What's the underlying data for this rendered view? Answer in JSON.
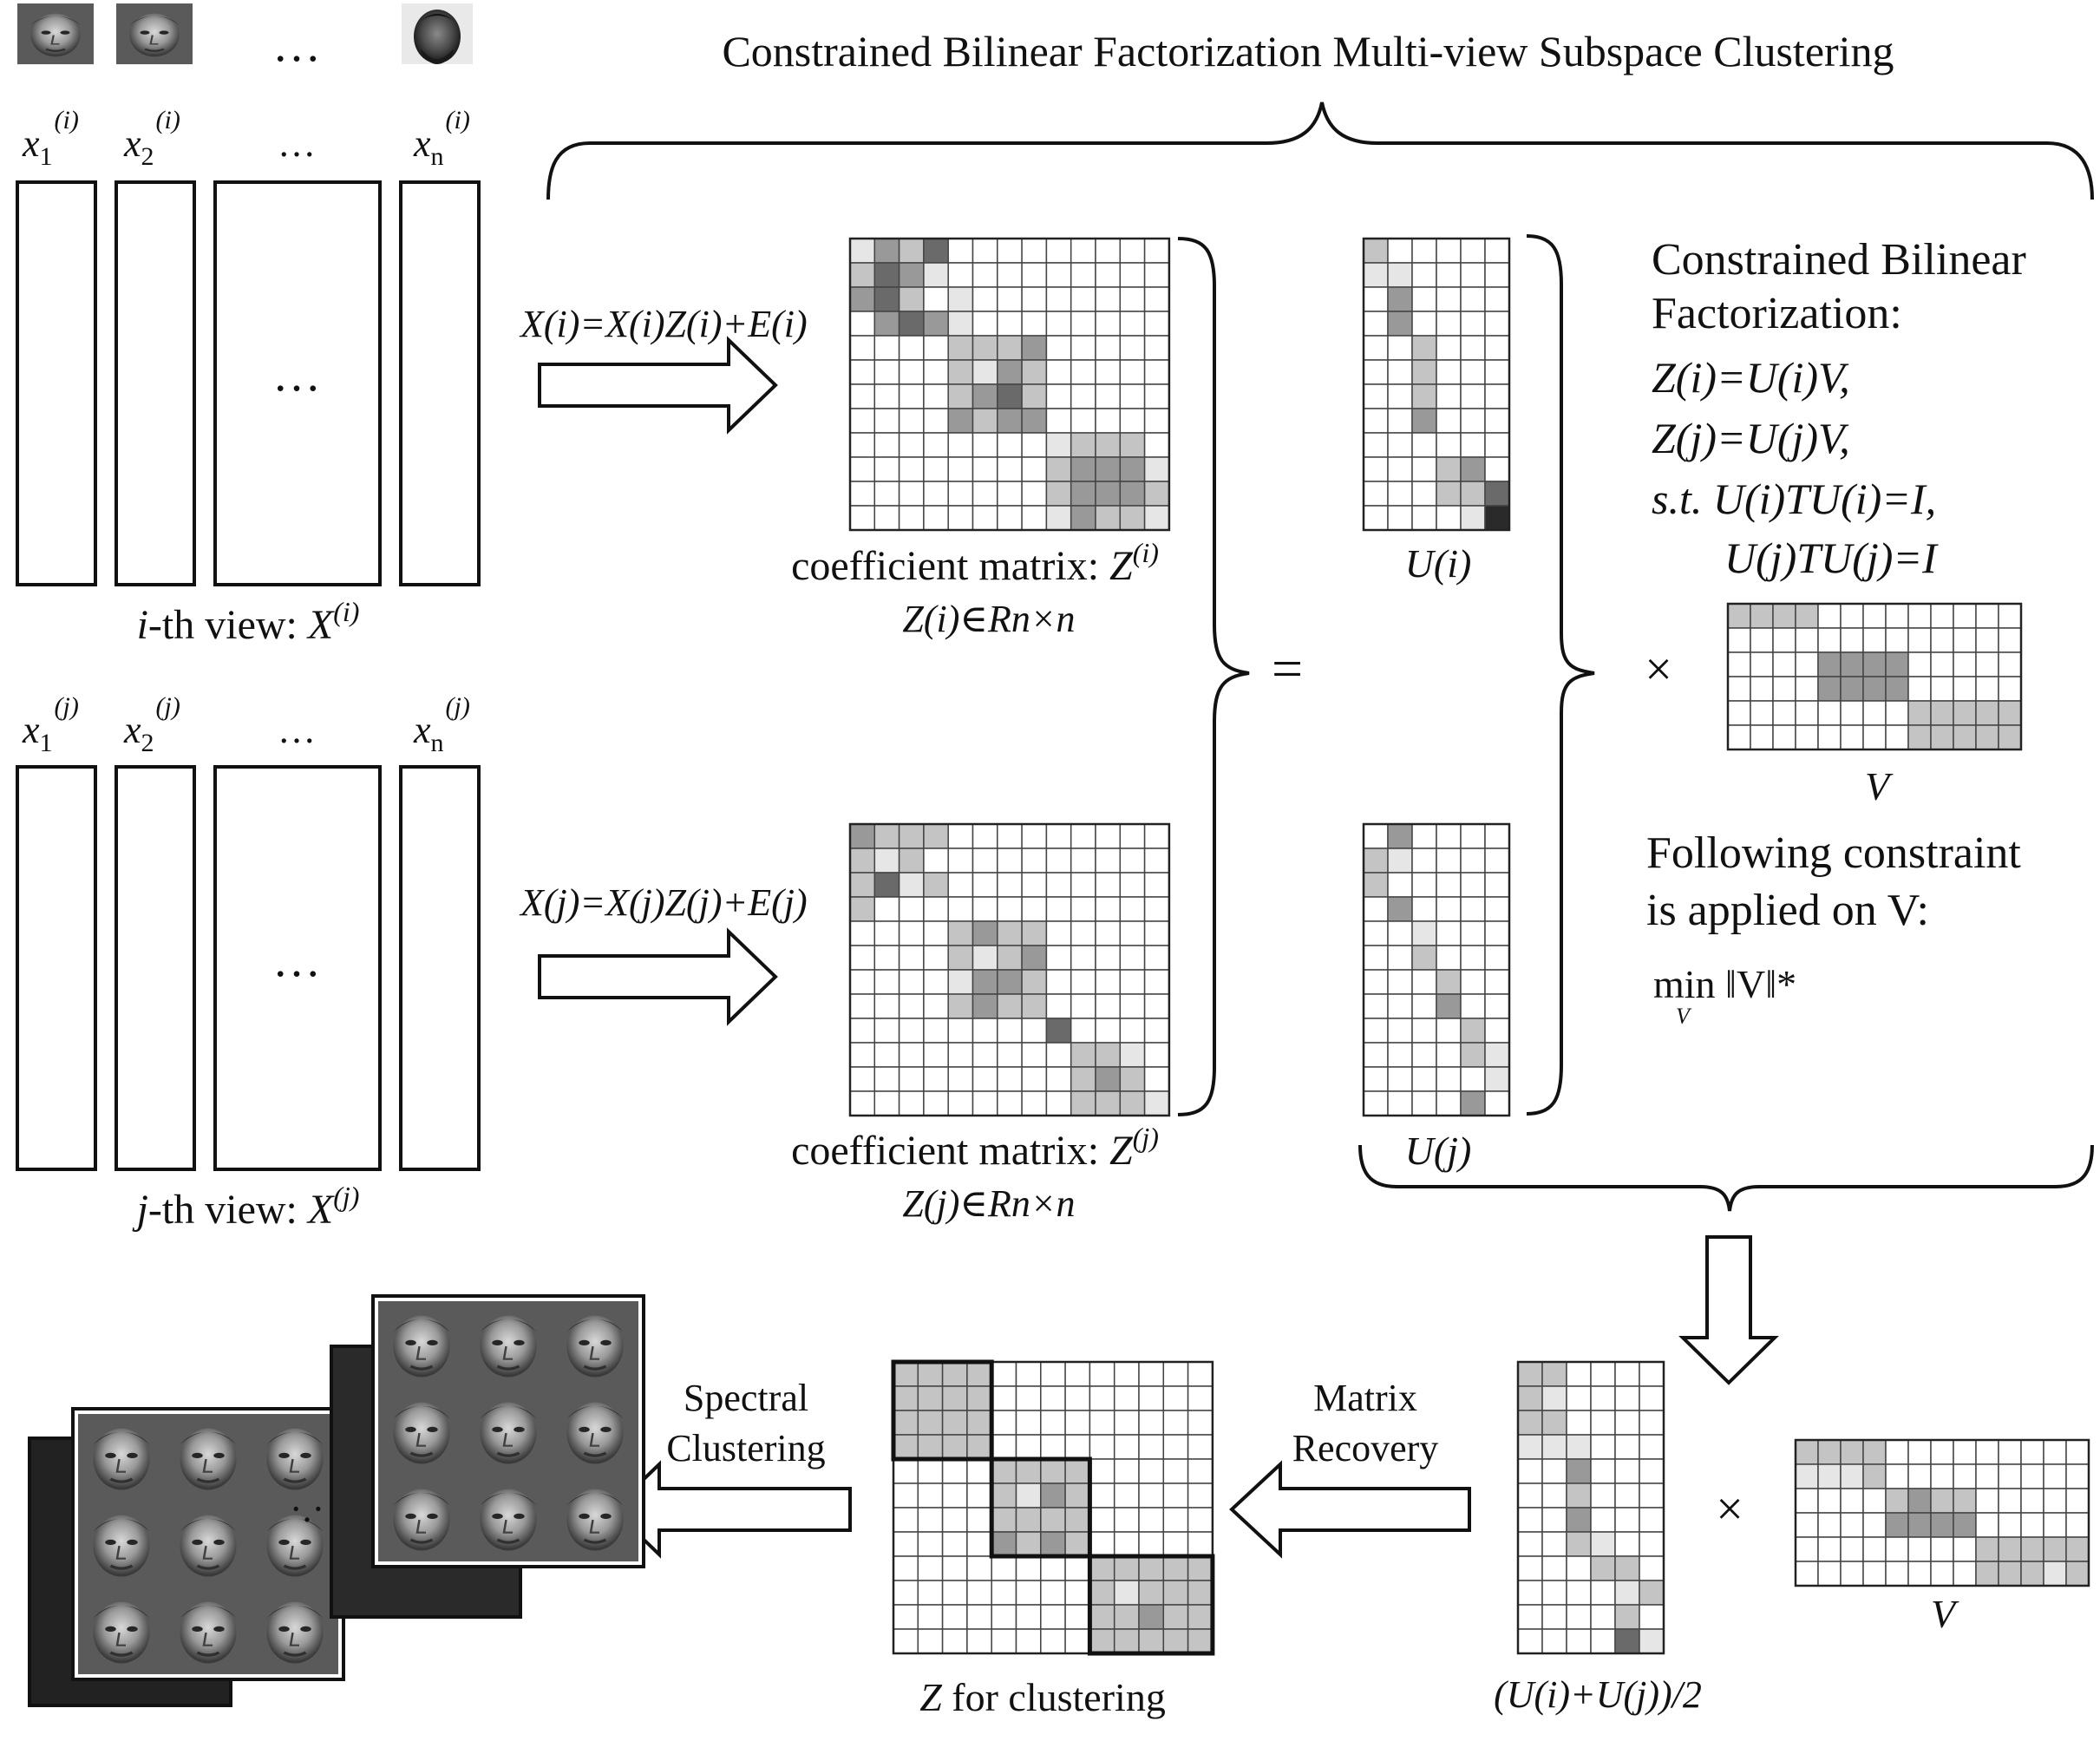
{
  "title": "Constrained Bilinear Factorization Multi-view Subspace Clustering",
  "view_i": {
    "column_labels": [
      "x",
      "x",
      "…",
      "x"
    ],
    "column_subscripts": [
      "1",
      "2",
      "",
      "n"
    ],
    "column_superscript": "(i)",
    "column_ellipsis": "…",
    "label_italic": "i",
    "label": "-th view: ",
    "label_X": "X",
    "label_sup": "(i)",
    "equation": "X(i)=X(i)Z(i)+E(i)"
  },
  "view_j": {
    "column_labels": [
      "x",
      "x",
      "…",
      "x"
    ],
    "column_subscripts": [
      "1",
      "2",
      "",
      "n"
    ],
    "column_superscript": "(j)",
    "column_ellipsis": "…",
    "label_italic": "j",
    "label": "-th view: ",
    "label_X": "X",
    "label_sup": "(j)",
    "equation": "X(j)=X(j)Z(j)+E(j)"
  },
  "coef_i": {
    "label": "coefficient matrix: ",
    "sym": "Z",
    "sup": "(i)",
    "domain": "Z(i)∈Rn×n"
  },
  "coef_j": {
    "label": "coefficient matrix: ",
    "sym": "Z",
    "sup": "(j)",
    "domain": "Z(j)∈Rn×n"
  },
  "equals": "=",
  "u_i_label": "U(i)",
  "u_j_label": "U(j)",
  "times": "×",
  "v_label": "V",
  "cbf": {
    "heading1": "Constrained Bilinear",
    "heading2": "Factorization:",
    "eq1": "Z(i)=U(i)V,",
    "eq2": "Z(j)=U(j)V,",
    "eq3": "s.t. U(i)TU(i)=I,",
    "eq4": "U(j)TU(j)=I"
  },
  "constraint": {
    "line1": "Following constraint",
    "line2": "is applied on V:",
    "formula": "min ‖V‖*",
    "min_sub": "V"
  },
  "bottom": {
    "avg_label": "(U(i)+U(j))/2",
    "times": "×",
    "v_label": "V",
    "matrix_recovery": [
      "Matrix",
      "Recovery"
    ],
    "z_label": "Z for clustering",
    "spectral": [
      "Spectral",
      "Clustering"
    ],
    "dots": "·.·"
  },
  "colors": {
    "line": "#111111",
    "cell_light": "#e6e6e6",
    "cell_mid_light": "#c4c4c4",
    "cell_mid": "#999999",
    "cell_dark": "#6a6a6a",
    "cell_black": "#2a2a2a"
  },
  "matrices": {
    "z_i": [
      "1324000000000",
      "2431000000000",
      "3420100000000",
      "0343100000000",
      "0000222300000",
      "0000213200000",
      "0000234200000",
      "0000323300000",
      "0000000012220",
      "0000000023331",
      "0000000023332",
      "0000000013221"
    ],
    "z_j": [
      "3222000000000",
      "2120000000000",
      "2412000000000",
      "2000000000000",
      "0000232200000",
      "0000212300000",
      "0000133200000",
      "0000232200000",
      "0000000040000",
      "0000000002210",
      "0000000002320",
      "0000000002221"
    ],
    "u_i": [
      "200000",
      "110000",
      "030000",
      "030000",
      "002000",
      "002000",
      "002000",
      "003000",
      "000000",
      "000230",
      "000224",
      "000015"
    ],
    "u_j": [
      "030000",
      "210000",
      "200000",
      "030000",
      "001000",
      "002000",
      "000200",
      "000300",
      "000020",
      "000021",
      "000001",
      "000030"
    ],
    "v_top": [
      "2222000000000",
      "0000000000000",
      "0000333300000",
      "0000333300000",
      "0000000022222",
      "0000000022222"
    ],
    "avg_u": [
      "220000",
      "210000",
      "220000",
      "111000",
      "003000",
      "002000",
      "003000",
      "002100",
      "000220",
      "000012",
      "000020",
      "000041"
    ],
    "v_bottom": [
      "2222000000000",
      "1112000000000",
      "0000232200000",
      "0000333300000",
      "0000000022222",
      "0000000022212"
    ],
    "z_clust": [
      "2222000000000",
      "2222000000000",
      "2222000000000",
      "2222000000000",
      "0000222200000",
      "0000213200000",
      "0000222200000",
      "0000323200000",
      "0000000022222",
      "0000000021222",
      "0000000022322",
      "0000000022222"
    ]
  }
}
